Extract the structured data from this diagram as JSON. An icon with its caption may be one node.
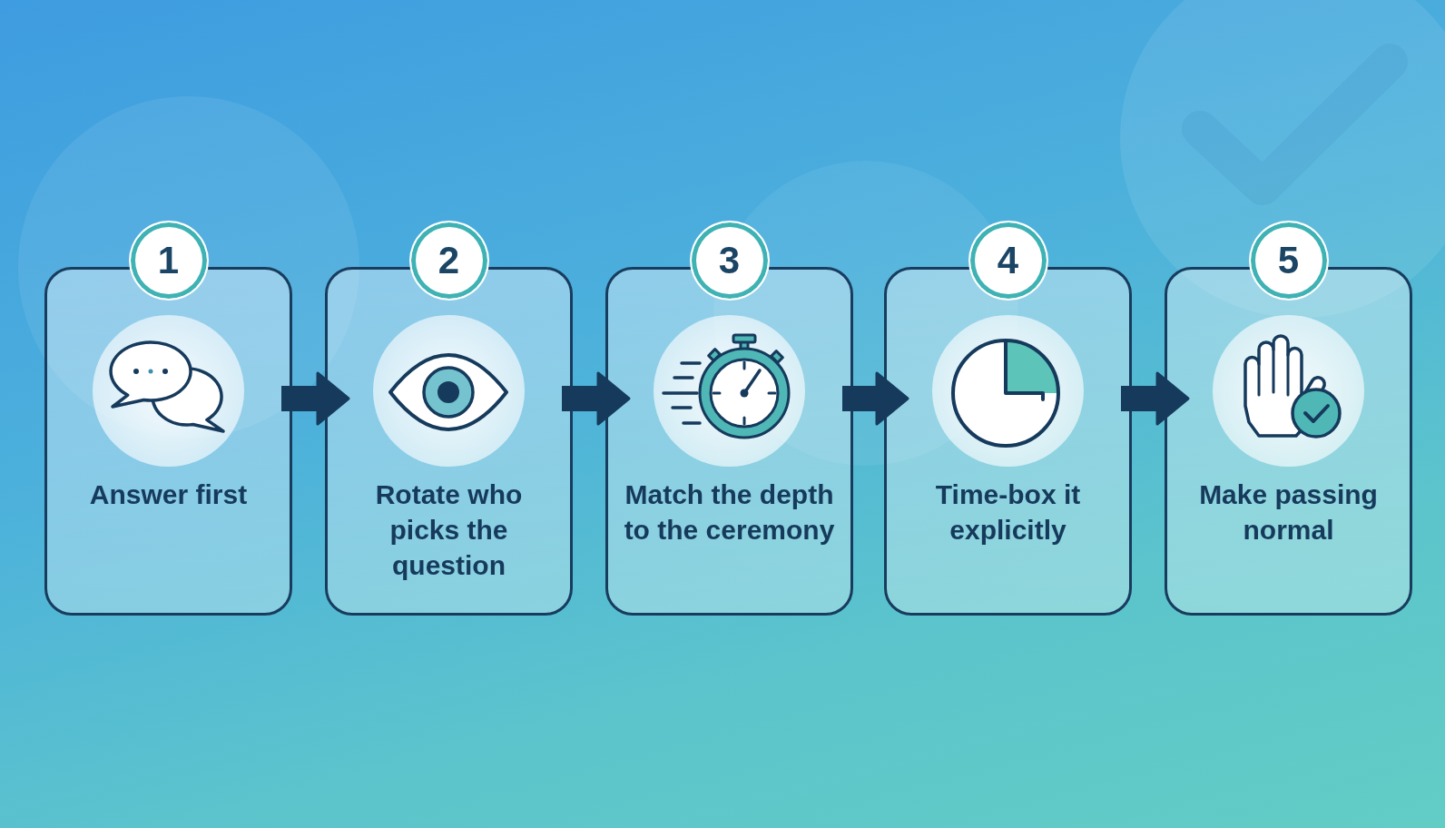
{
  "diagram": {
    "nodes": [
      {
        "text": [
          "1",
          "Answer first"
        ]
      },
      {
        "text": [
          "2",
          "Rotate who picks the question"
        ]
      },
      {
        "text": [
          "3",
          "Match the depth to the ceremony"
        ]
      },
      {
        "text": [
          "4",
          "Time-box it explicitly"
        ]
      },
      {
        "text": [
          "5",
          "Make passing normal"
        ]
      }
    ],
    "edges": [
      {
        "from": 0,
        "to": 1,
        "arrow": "to"
      },
      {
        "from": 1,
        "to": 2,
        "arrow": "to"
      },
      {
        "from": 2,
        "to": 3,
        "arrow": "to"
      },
      {
        "from": 3,
        "to": 4,
        "arrow": "to"
      }
    ]
  }
}
